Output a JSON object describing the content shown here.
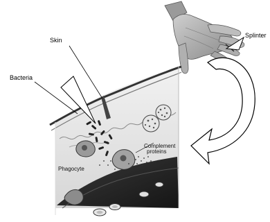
{
  "labels": {
    "skin": "Skin",
    "splinter": "Splinter",
    "bacteria": "Bacteria",
    "phagocyte": "Phagocyte",
    "complement_line1": "Complement",
    "complement_line2": "proteins"
  }
}
